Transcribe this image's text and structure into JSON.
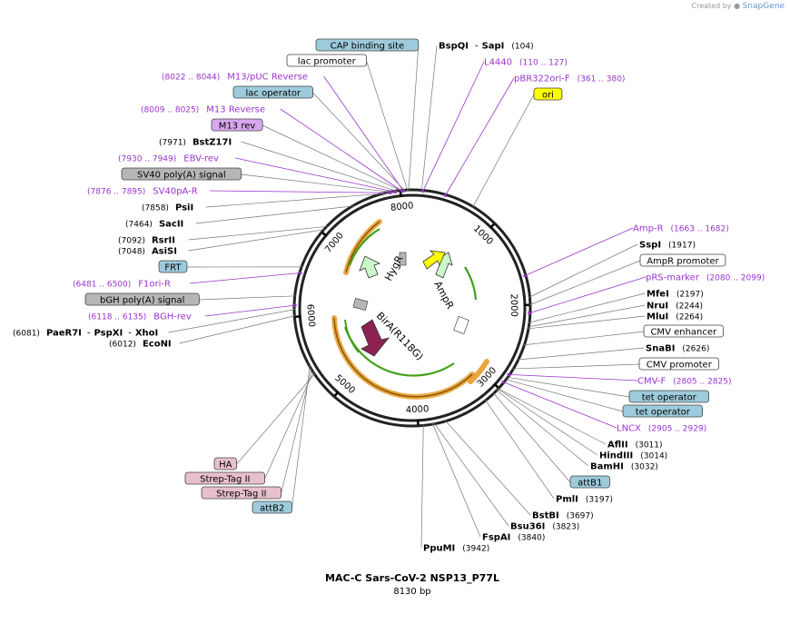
{
  "credit": {
    "prefix": "Created by",
    "brand": "SnapGene"
  },
  "plasmid": {
    "name": "MAC-C Sars-CoV-2 NSP13_P77L",
    "size": "8130 bp"
  },
  "map_info": {
    "total_bp": 8130
  },
  "ticks": [
    {
      "bp": 1000,
      "label": "1000"
    },
    {
      "bp": 2000,
      "label": "2000"
    },
    {
      "bp": 3000,
      "label": "3000"
    },
    {
      "bp": 4000,
      "label": "4000"
    },
    {
      "bp": 5000,
      "label": "5000"
    },
    {
      "bp": 6000,
      "label": "6000"
    },
    {
      "bp": 7000,
      "label": "7000"
    },
    {
      "bp": 8000,
      "label": "8000"
    }
  ],
  "colors": {
    "primer": "#9933cc",
    "feature_blue": "#9ecbdb",
    "feature_grey": "#b6b6b6",
    "feature_pink": "#e8c0cc",
    "feature_purple": "#d9a7f0",
    "feature_yellow": "#ffff00",
    "feature_white": "#ffffff",
    "ampr_fill": "#ccf6cc",
    "yellow_arrow": "#ffff00",
    "birA_fill": "#8b2252",
    "orange_arc": "#e89b2c",
    "green_arc": "#44a01a"
  },
  "labels": [
    {
      "kind": "feature",
      "text": "CAP binding site",
      "fill": "feature_blue",
      "bp": 8090
    },
    {
      "kind": "feature",
      "text": "lac promoter",
      "fill": "feature_white",
      "bp": 8080
    },
    {
      "kind": "site",
      "name": "BspQI",
      "name2": "SapI",
      "pos": "(104)",
      "bp": 104
    },
    {
      "kind": "primer",
      "text": "L4440",
      "pos": "(110 .. 127)",
      "bp": 118
    },
    {
      "kind": "primer",
      "text": "pBR322ori-F",
      "pos": "(361 .. 380)",
      "bp": 370
    },
    {
      "kind": "feature",
      "text": "ori",
      "fill": "feature_yellow",
      "bp": 700
    },
    {
      "kind": "primer",
      "text": "M13/pUC Reverse",
      "pos": "(8022 .. 8044)",
      "bp": 8033
    },
    {
      "kind": "feature",
      "text": "lac operator",
      "fill": "feature_blue",
      "bp": 8050
    },
    {
      "kind": "primer",
      "text": "M13 Reverse",
      "pos": "(8009 .. 8025)",
      "bp": 8017
    },
    {
      "kind": "feature",
      "text": "M13 rev",
      "fill": "feature_purple",
      "bp": 8017
    },
    {
      "kind": "site",
      "name": "BstZ17I",
      "pos": "(7971)",
      "bp": 7971
    },
    {
      "kind": "primer",
      "text": "EBV-rev",
      "pos": "(7930 .. 7949)",
      "bp": 7940
    },
    {
      "kind": "feature",
      "text": "SV40 poly(A) signal",
      "fill": "feature_grey",
      "bp": 7920
    },
    {
      "kind": "primer",
      "text": "SV40pA-R",
      "pos": "(7876 .. 7895)",
      "bp": 7886
    },
    {
      "kind": "site",
      "name": "PsiI",
      "pos": "(7858)",
      "bp": 7858
    },
    {
      "kind": "site",
      "name": "SacII",
      "pos": "(7464)",
      "bp": 7464
    },
    {
      "kind": "site",
      "name": "RsrII",
      "pos": "(7092)",
      "bp": 7092
    },
    {
      "kind": "site",
      "name": "AsiSI",
      "pos": "(7048)",
      "bp": 7048
    },
    {
      "kind": "feature",
      "text": "FRT",
      "fill": "feature_blue",
      "bp": 6560
    },
    {
      "kind": "primer",
      "text": "F1ori-R",
      "pos": "(6481 .. 6500)",
      "bp": 6490
    },
    {
      "kind": "feature",
      "text": "bGH poly(A) signal",
      "fill": "feature_grey",
      "bp": 6230
    },
    {
      "kind": "primer",
      "text": "BGH-rev",
      "pos": "(6118 .. 6135)",
      "bp": 6126
    },
    {
      "kind": "site",
      "name": "PaeR7I",
      "name2": "PspXI",
      "name3": "XhoI",
      "pos": "(6081)",
      "bp": 6081
    },
    {
      "kind": "site",
      "name": "EcoNI",
      "pos": "(6012)",
      "bp": 6012
    },
    {
      "kind": "primer",
      "text": "Amp-R",
      "pos": "(1663 .. 1682)",
      "bp": 1672
    },
    {
      "kind": "site",
      "name": "SspI",
      "pos": "(1917)",
      "bp": 1917
    },
    {
      "kind": "feature",
      "text": "AmpR promoter",
      "fill": "feature_white",
      "bp": 2000
    },
    {
      "kind": "primer",
      "text": "pRS-marker",
      "pos": "(2080 .. 2099)",
      "bp": 2090
    },
    {
      "kind": "site",
      "name": "MfeI",
      "pos": "(2197)",
      "bp": 2197
    },
    {
      "kind": "site",
      "name": "NruI",
      "pos": "(2244)",
      "bp": 2244
    },
    {
      "kind": "site",
      "name": "MluI",
      "pos": "(2264)",
      "bp": 2264
    },
    {
      "kind": "feature",
      "text": "CMV enhancer",
      "fill": "feature_white",
      "bp": 2450
    },
    {
      "kind": "site",
      "name": "SnaBI",
      "pos": "(2626)",
      "bp": 2626
    },
    {
      "kind": "feature",
      "text": "CMV promoter",
      "fill": "feature_white",
      "bp": 2740
    },
    {
      "kind": "primer",
      "text": "CMV-F",
      "pos": "(2805 .. 2825)",
      "bp": 2815
    },
    {
      "kind": "feature",
      "text": "tet operator",
      "fill": "feature_blue",
      "bp": 2850
    },
    {
      "kind": "feature",
      "text": "tet operator",
      "fill": "feature_blue",
      "bp": 2880
    },
    {
      "kind": "primer",
      "text": "LNCX",
      "pos": "(2905 .. 2929)",
      "bp": 2917
    },
    {
      "kind": "site",
      "name": "AflII",
      "pos": "(3011)",
      "bp": 3011
    },
    {
      "kind": "site",
      "name": "HindIII",
      "pos": "(3014)",
      "bp": 3014
    },
    {
      "kind": "site",
      "name": "BamHI",
      "pos": "(3032)",
      "bp": 3032
    },
    {
      "kind": "feature",
      "text": "attB1",
      "fill": "feature_blue",
      "bp": 3080
    },
    {
      "kind": "site",
      "name": "PmlI",
      "pos": "(3197)",
      "bp": 3197
    },
    {
      "kind": "site",
      "name": "BstBI",
      "pos": "(3697)",
      "bp": 3697
    },
    {
      "kind": "site",
      "name": "Bsu36I",
      "pos": "(3823)",
      "bp": 3823
    },
    {
      "kind": "site",
      "name": "FspAI",
      "pos": "(3840)",
      "bp": 3840
    },
    {
      "kind": "site",
      "name": "PpuMI",
      "pos": "(3942)",
      "bp": 3942
    },
    {
      "kind": "feature",
      "text": "HA",
      "fill": "feature_pink",
      "bp": 5330
    },
    {
      "kind": "feature",
      "text": "Strep-Tag II",
      "fill": "feature_pink",
      "bp": 5360
    },
    {
      "kind": "feature",
      "text": "Strep-Tag II",
      "fill": "feature_pink",
      "bp": 5400
    },
    {
      "kind": "feature",
      "text": "attB2",
      "fill": "feature_blue",
      "bp": 5440
    }
  ],
  "inner_features": [
    {
      "name": "HygR",
      "bp_start": 6650,
      "bp_end": 7700
    },
    {
      "name": "AmpR",
      "bp_start": 1000,
      "bp_end": 1800
    },
    {
      "name": "BirA(R118G)",
      "bp_start": 5500,
      "bp_end": 6000
    }
  ]
}
